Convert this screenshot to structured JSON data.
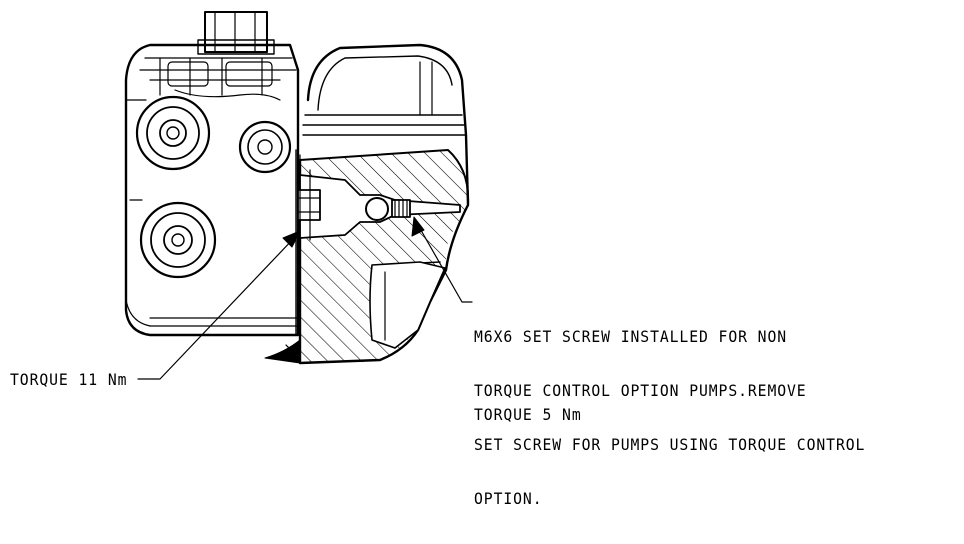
{
  "annotations": {
    "torque_11": "TORQUE 11 Nm",
    "set_screw_lines": [
      "M6X6 SET SCREW INSTALLED FOR NON",
      "TORQUE CONTROL OPTION PUMPS.REMOVE",
      "SET SCREW FOR PUMPS USING TORQUE CONTROL",
      "OPTION."
    ],
    "torque_5": "TORQUE 5 Nm"
  },
  "colors": {
    "line": "#000000",
    "background": "#ffffff"
  }
}
